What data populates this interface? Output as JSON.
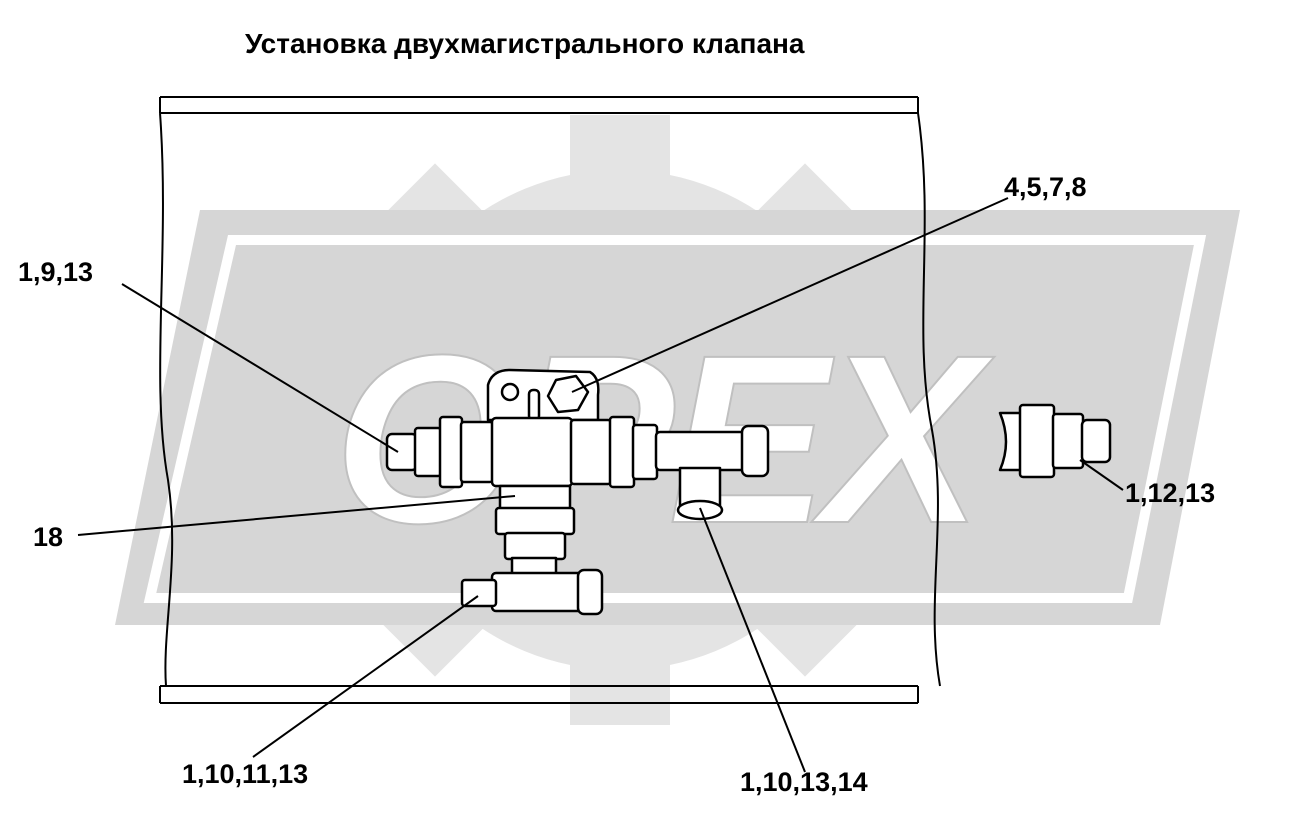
{
  "title": "Установка двухмагистрального клапана",
  "watermark": {
    "text": "OPEX",
    "color": "#d6d6d6",
    "gear_color": "#e4e4e4"
  },
  "callouts": {
    "bracket_bolt": "4,5,7,8",
    "left_fitting": "1,9,13",
    "right_fitting": "1,12,13",
    "valve_body": "18",
    "lower_tee_left": "1,10,11,13",
    "right_tee_outlet": "1,10,13,14"
  }
}
